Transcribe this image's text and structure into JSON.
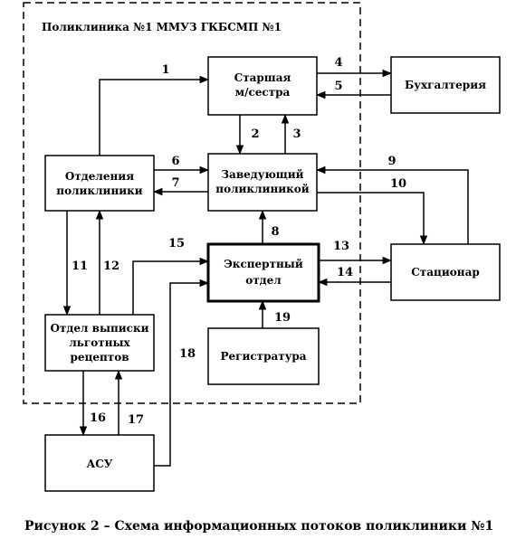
{
  "region_title": "Поликлиника №1 ММУЗ ГКБСМП №1",
  "caption": "Рисунок 2 – Схема информационных потоков поликлиники №1",
  "nodes": {
    "senior_nurse": [
      "Старшая",
      "м/сестра"
    ],
    "accounting": [
      "Бухгалтерия"
    ],
    "departments": [
      "Отделения",
      "поликлиники"
    ],
    "head": [
      "Заведующий",
      "поликлиникой"
    ],
    "expert": [
      "Экспертный",
      "отдел"
    ],
    "hospital": [
      "Стационар"
    ],
    "prescriptions": [
      "Отдел выписки",
      "льготных",
      "рецептов"
    ],
    "registry": [
      "Регистратура"
    ],
    "asu": [
      "АСУ"
    ]
  },
  "flows": [
    {
      "id": "1",
      "from": "departments",
      "to": "senior_nurse"
    },
    {
      "id": "2",
      "from": "senior_nurse",
      "to": "head"
    },
    {
      "id": "3",
      "from": "head",
      "to": "senior_nurse"
    },
    {
      "id": "4",
      "from": "senior_nurse",
      "to": "accounting"
    },
    {
      "id": "5",
      "from": "accounting",
      "to": "senior_nurse"
    },
    {
      "id": "6",
      "from": "departments",
      "to": "head"
    },
    {
      "id": "7",
      "from": "head",
      "to": "departments"
    },
    {
      "id": "8",
      "from": "expert",
      "to": "head"
    },
    {
      "id": "9",
      "from": "hospital",
      "to": "head"
    },
    {
      "id": "10",
      "from": "head",
      "to": "hospital"
    },
    {
      "id": "11",
      "from": "departments",
      "to": "prescriptions"
    },
    {
      "id": "12",
      "from": "prescriptions",
      "to": "departments"
    },
    {
      "id": "13",
      "from": "expert",
      "to": "hospital"
    },
    {
      "id": "14",
      "from": "hospital",
      "to": "expert"
    },
    {
      "id": "15",
      "from": "prescriptions",
      "to": "expert"
    },
    {
      "id": "16",
      "from": "prescriptions",
      "to": "asu"
    },
    {
      "id": "17",
      "from": "asu",
      "to": "prescriptions"
    },
    {
      "id": "18",
      "from": "asu",
      "to": "expert"
    },
    {
      "id": "19",
      "from": "registry",
      "to": "expert"
    }
  ]
}
